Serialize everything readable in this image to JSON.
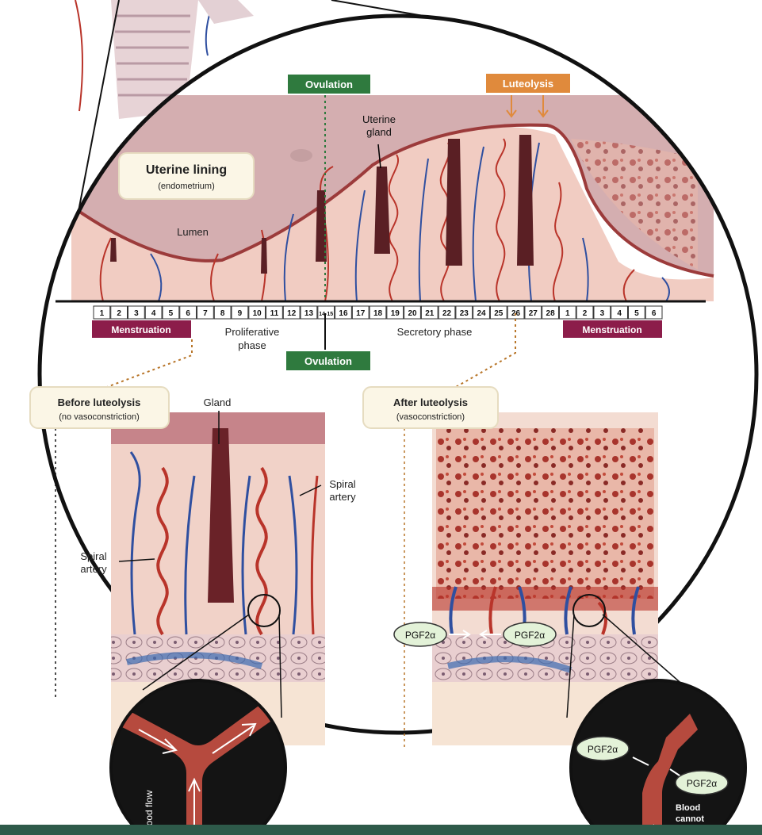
{
  "labels": {
    "ovulation_top": "Ovulation",
    "luteolysis_top": "Luteolysis",
    "uterine_gland_1": "Uterine",
    "uterine_gland_2": "gland",
    "uterine_lining": "Uterine lining",
    "endometrium": "(endometrium)",
    "lumen": "Lumen",
    "menstruation_left": "Menstruation",
    "menstruation_right": "Menstruation",
    "proliferative_1": "Proliferative",
    "proliferative_2": "phase",
    "secretory": "Secretory phase",
    "ovulation_bottom": "Ovulation",
    "before_title": "Before luteolysis",
    "before_sub": "(no vasoconstriction)",
    "after_title": "After luteolysis",
    "after_sub": "(vasoconstriction)",
    "gland": "Gland",
    "spiral_right_1": "Spiral",
    "spiral_right_2": "artery",
    "spiral_left_1": "Spiral",
    "spiral_left_2": "artery",
    "pgf_left": "PGF2α",
    "pgf_right": "PGF2α",
    "pgf_zoom_a": "PGF2α",
    "pgf_zoom_b": "PGF2α",
    "blood_flow": "Blood flow",
    "blood_cannot_1": "Blood",
    "blood_cannot_2": "cannot"
  },
  "timeline": {
    "days": [
      "1",
      "2",
      "3",
      "4",
      "5",
      "6",
      "7",
      "8",
      "9",
      "10",
      "11",
      "12",
      "13",
      "14-15",
      "16",
      "17",
      "18",
      "19",
      "20",
      "21",
      "22",
      "23",
      "24",
      "25",
      "26",
      "27",
      "28",
      "1",
      "2",
      "3",
      "4",
      "5",
      "6"
    ]
  },
  "colors": {
    "ovulation_green": "#2f7a3e",
    "luteolysis_orange": "#e08a3c",
    "menstruation_purple": "#8c1d4a",
    "artery_red": "#b9342a",
    "vein_blue": "#2f4fa0",
    "tissue_pink": "#efc7bd",
    "lumen_mauve": "#c99a9c"
  }
}
